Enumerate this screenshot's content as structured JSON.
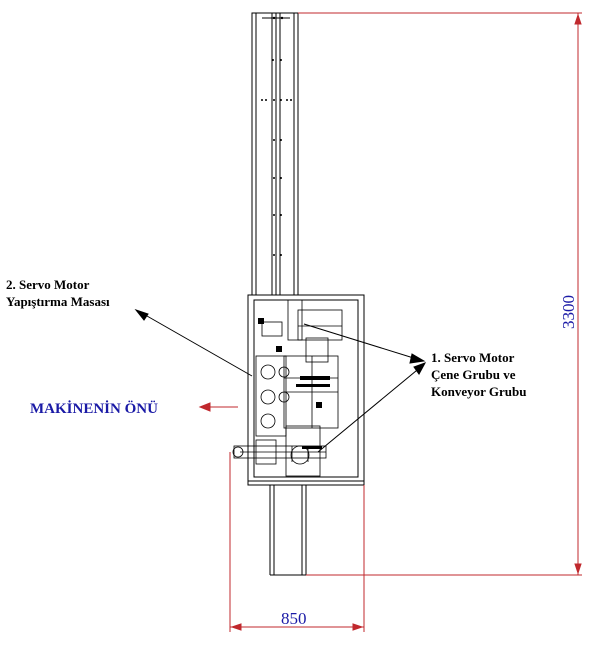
{
  "labels": {
    "left_line1": "2. Servo Motor",
    "left_line2": "Yapıştırma Masası",
    "right_line1": "1. Servo Motor",
    "right_line2": "Çene Grubu ve",
    "right_line3": "Konveyor Grubu",
    "front": "MAKİNENİN ÖNÜ"
  },
  "dimensions": {
    "width": "850",
    "height": "3300"
  },
  "colors": {
    "dimension_line": "#c0282d",
    "dimension_text": "#1a1aa6",
    "drawing": "#000000"
  }
}
